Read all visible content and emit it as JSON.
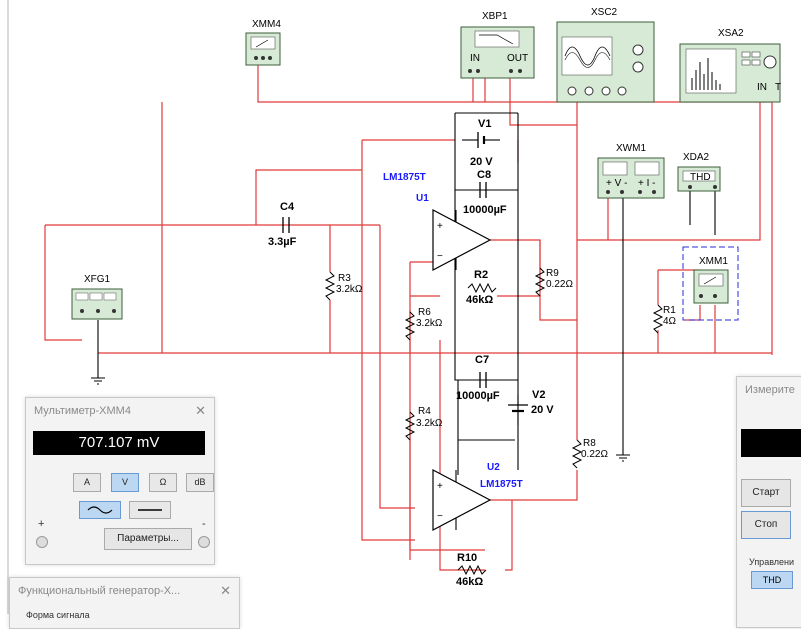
{
  "instruments": {
    "xmm4": "XMM4",
    "xbp1": "XBP1",
    "xbp1_in": "IN",
    "xbp1_out": "OUT",
    "xsc2": "XSC2",
    "xsa2": "XSA2",
    "xsa2_in": "IN",
    "xsa2_t": "T",
    "xwm1": "XWM1",
    "xda2": "XDA2",
    "xda2_thd": "THD",
    "xmm1": "XMM1",
    "xfg1": "XFG1"
  },
  "components": {
    "v1": "V1",
    "v1_val": "20 V",
    "c8": "C8",
    "c8_val": "10000µF",
    "u1_type": "LM1875T",
    "u1": "U1",
    "c4": "C4",
    "c4_val": "3.3µF",
    "r3": "R3",
    "r3_val": "3.2kΩ",
    "r2": "R2",
    "r2_val": "46kΩ",
    "r9": "R9",
    "r9_val": "0.22Ω",
    "r1": "R1",
    "r1_val": "4Ω",
    "r6": "R6",
    "r6_val": "3.2kΩ",
    "c7": "C7",
    "c7_val": "10000µF",
    "v2": "V2",
    "v2_val": "20 V",
    "r4": "R4",
    "r4_val": "3.2kΩ",
    "r8": "R8",
    "r8_val": "0.22Ω",
    "u2": "U2",
    "u2_type": "LM1875T",
    "r10": "R10",
    "r10_val": "46kΩ"
  },
  "multimeter": {
    "title": "Мультиметр-XMM4",
    "reading": "707.107 mV",
    "mode_a": "A",
    "mode_v": "V",
    "mode_ohm": "Ω",
    "mode_db": "dB",
    "plus": "+",
    "minus": "-",
    "params": "Параметры..."
  },
  "generator": {
    "title": "Функциональный генератор-X...",
    "form_label": "Форма сигнала"
  },
  "distortion": {
    "title": "Измерите",
    "start": "Старт",
    "stop": "Стоп",
    "control": "Управлени",
    "thd": "THD"
  },
  "colors": {
    "wire": "#e03a3a",
    "instrument": "#d7ead5",
    "label_blue": "#1a1aff"
  }
}
